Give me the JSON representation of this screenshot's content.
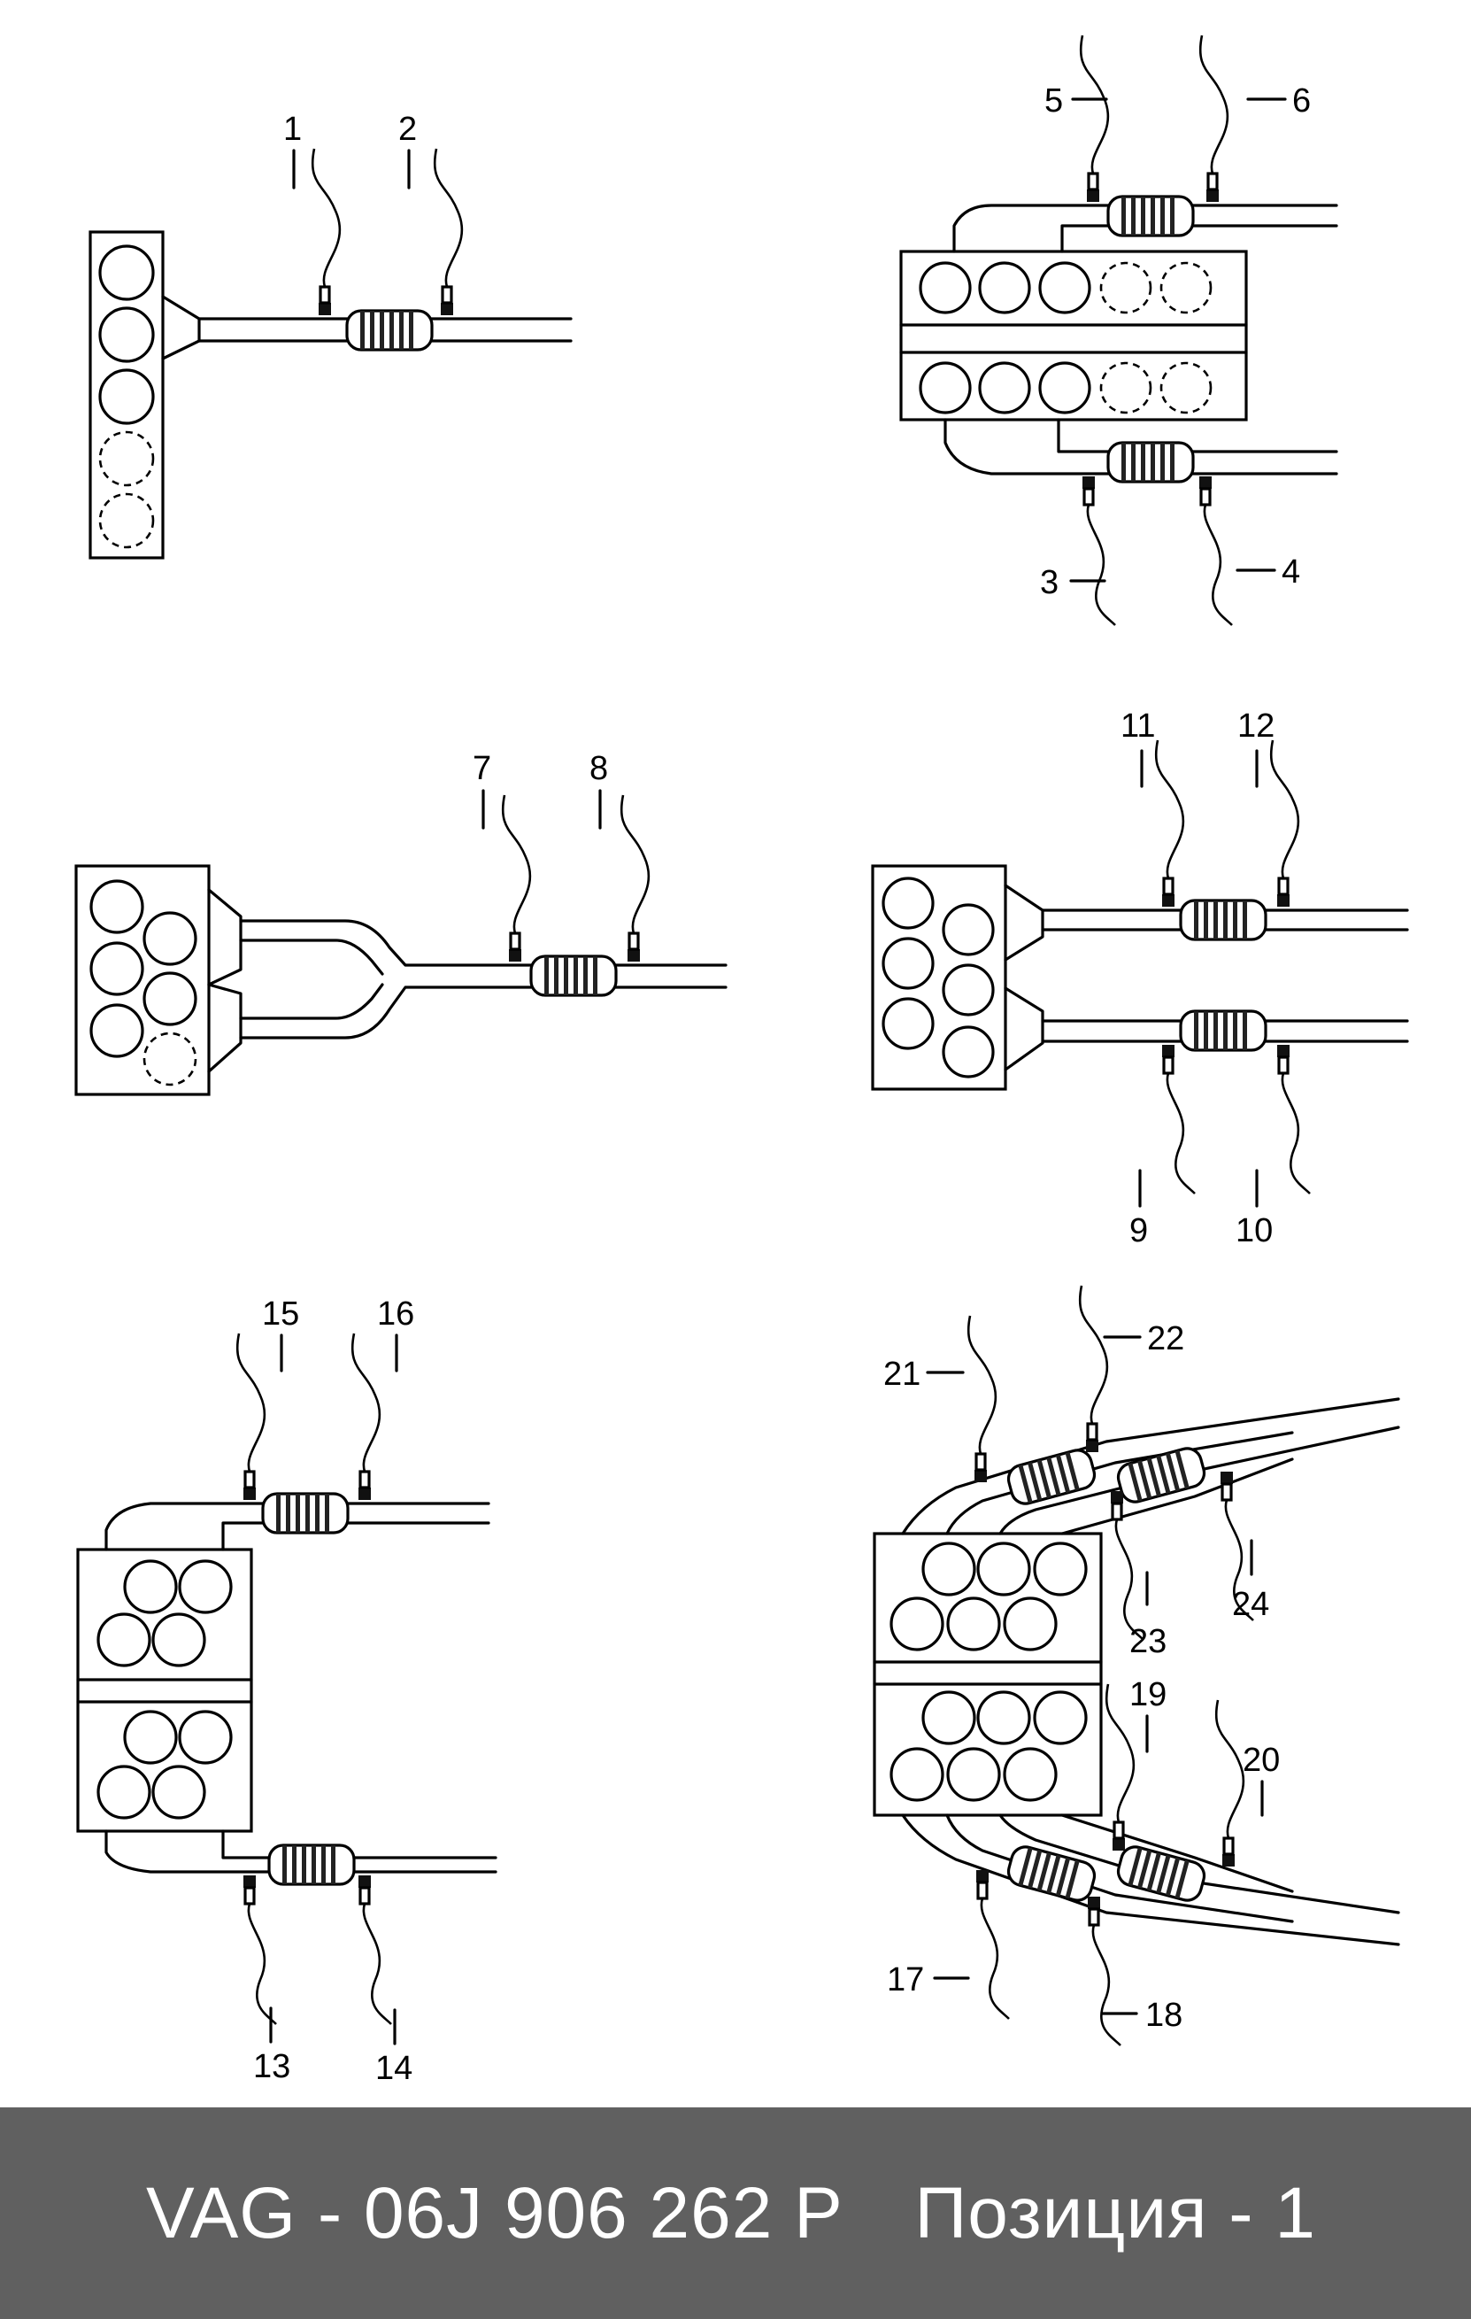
{
  "footer": {
    "part_number": "VAG - 06J 906 262 P",
    "position": "Позиция - 1",
    "background_color": "#606060",
    "text_color": "#ffffff"
  },
  "labels": {
    "l1": "1",
    "l2": "2",
    "l3": "3",
    "l4": "4",
    "l5": "5",
    "l6": "6",
    "l7": "7",
    "l8": "8",
    "l9": "9",
    "l10": "10",
    "l11": "11",
    "l12": "12",
    "l13": "13",
    "l14": "14",
    "l15": "15",
    "l16": "16",
    "l17": "17",
    "l18": "18",
    "l19": "19",
    "l20": "20",
    "l21": "21",
    "l22": "22",
    "l23": "23",
    "l24": "24"
  }
}
